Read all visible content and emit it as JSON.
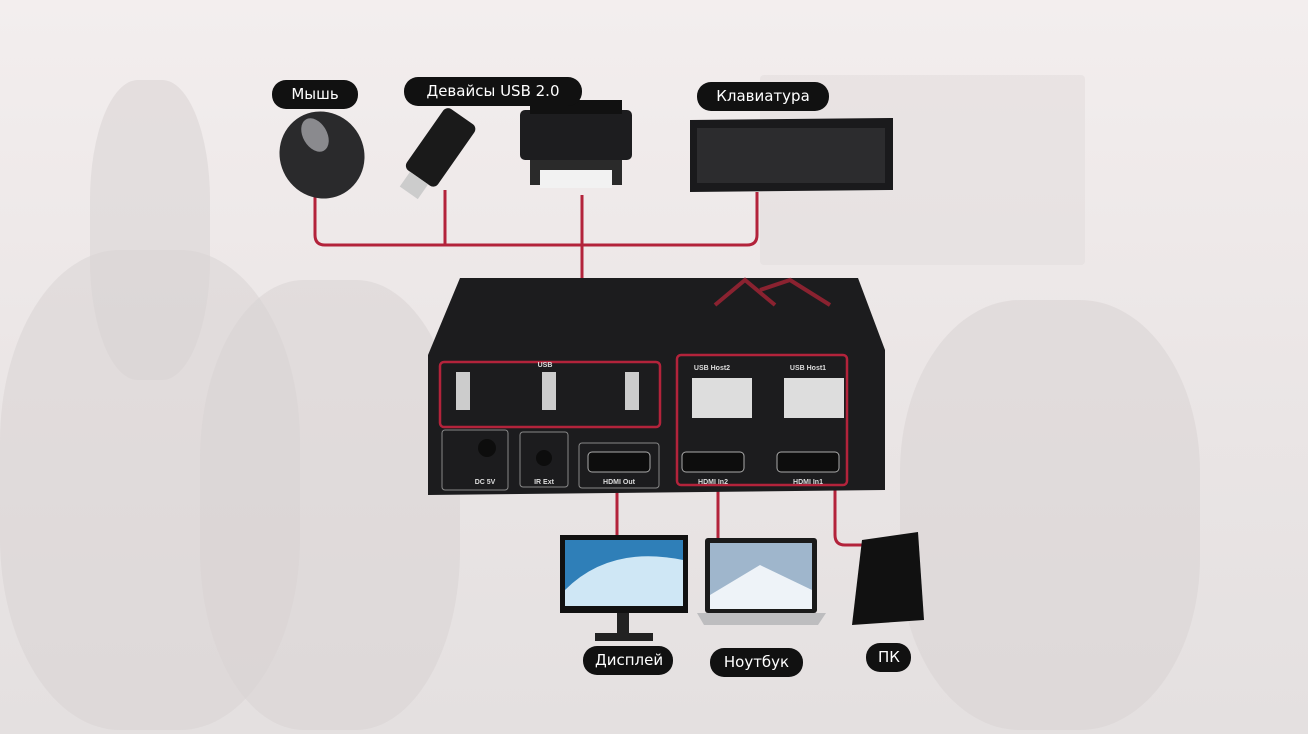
{
  "labels": {
    "mouse": "Мышь",
    "usb_devices": "Девайсы USB 2.0",
    "keyboard": "Клавиатура",
    "display": "Дисплей",
    "laptop": "Ноутбук",
    "pc": "ПК"
  },
  "device_panel": {
    "usb": "USB",
    "usb_host2": "USB Host2",
    "usb_host1": "USB Host1",
    "dc": "DC 5V",
    "ir": "IR Ext",
    "hdmi_out": "HDMI Out",
    "hdmi_in2": "HDMI In2",
    "hdmi_in1": "HDMI In1"
  },
  "colors": {
    "cable": "#b3233b",
    "pill": "#111111",
    "device": "#1c1c1e"
  }
}
